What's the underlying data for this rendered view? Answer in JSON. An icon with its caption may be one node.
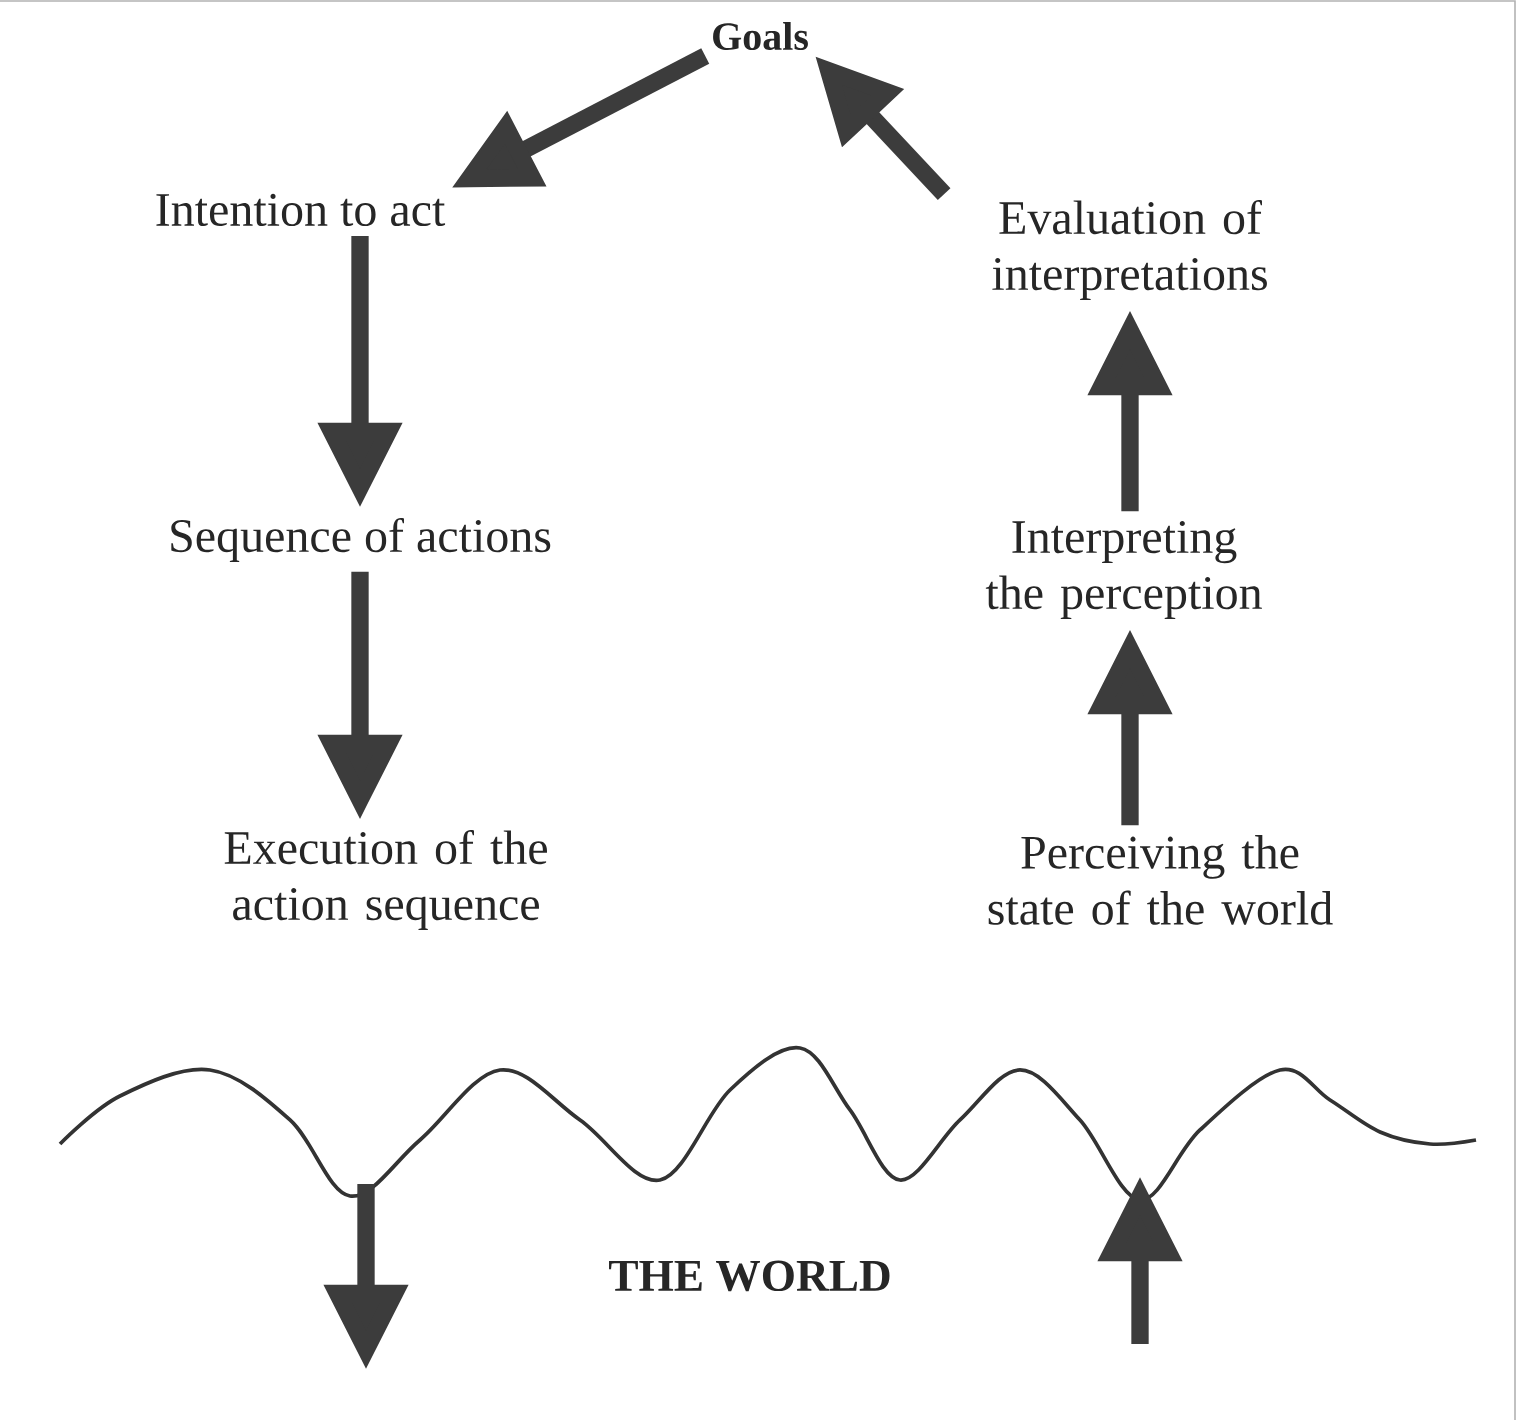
{
  "diagram": {
    "nodes": [
      {
        "text": [
          "Goals"
        ]
      },
      {
        "text": [
          "Intention to act"
        ]
      },
      {
        "text": [
          "Sequence of actions"
        ]
      },
      {
        "text": [
          "Execution of the action sequence"
        ]
      },
      {
        "text": [
          "Perceiving the state of the world"
        ]
      },
      {
        "text": [
          "Interpreting the perception"
        ]
      },
      {
        "text": [
          "Evaluation of interpretations"
        ]
      }
    ],
    "edges": [
      {
        "from": 0,
        "to": 1,
        "arrow": "to"
      },
      {
        "from": 1,
        "to": 2,
        "arrow": "to"
      },
      {
        "from": 2,
        "to": 3,
        "arrow": "to"
      },
      {
        "from": 4,
        "to": 5,
        "arrow": "to"
      },
      {
        "from": 5,
        "to": 6,
        "arrow": "to"
      },
      {
        "from": 6,
        "to": 0,
        "arrow": "to"
      }
    ],
    "labels": [
      "THE WORLD"
    ]
  }
}
